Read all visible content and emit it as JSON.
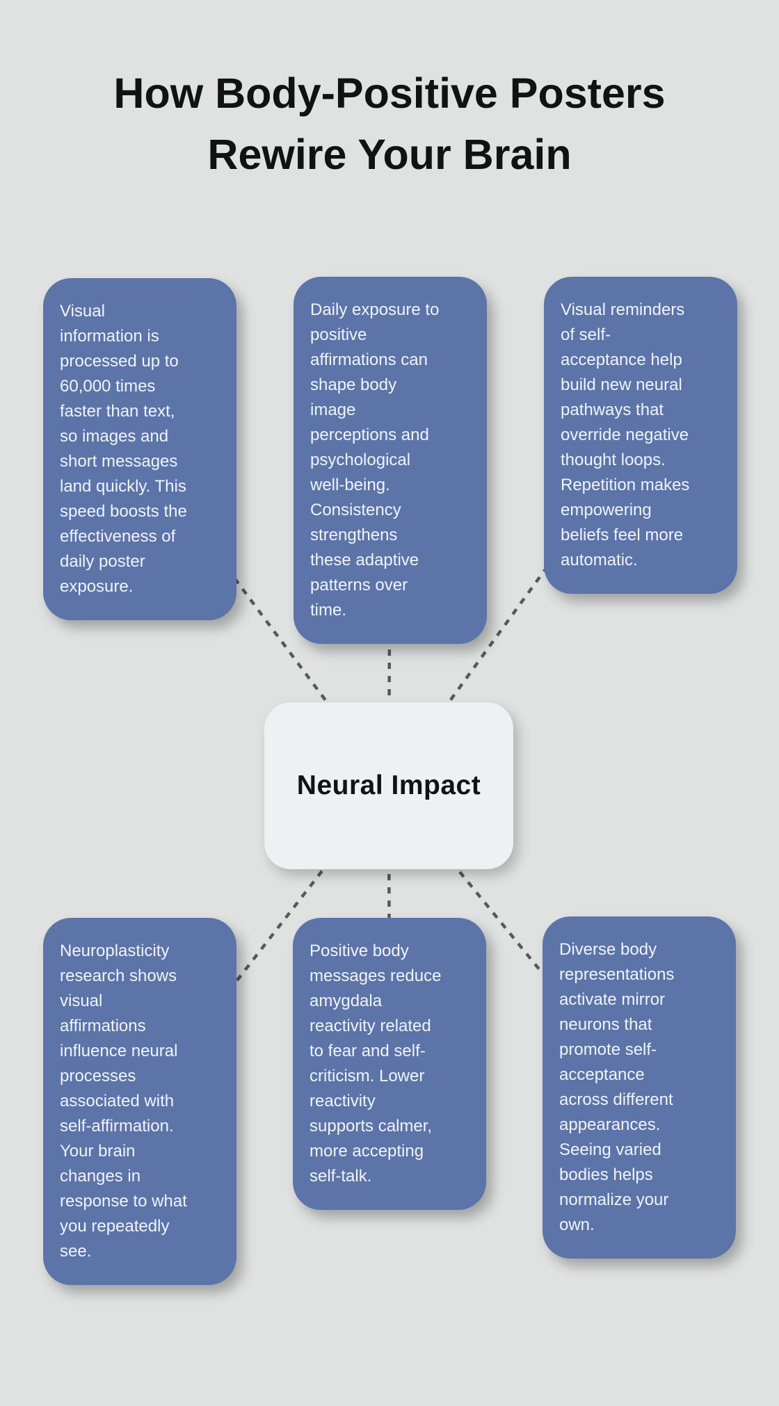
{
  "title": "How Body-Positive Posters\nRewire Your Brain",
  "center": {
    "label": "Neural Impact"
  },
  "nodes": [
    {
      "id": "top-left",
      "text": "Visual\ninformation is\nprocessed up to\n60,000 times\nfaster than text,\nso images and\nshort messages\nland quickly. This\nspeed boosts the\neffectiveness of\ndaily poster\nexposure."
    },
    {
      "id": "top-middle",
      "text": "Daily exposure to\npositive\naffirmations can\nshape body\nimage\nperceptions and\npsychological\nwell-being.\nConsistency\nstrengthens\nthese adaptive\npatterns over\ntime."
    },
    {
      "id": "top-right",
      "text": "Visual reminders\nof self-\nacceptance help\nbuild new neural\npathways that\noverride negative\nthought loops.\nRepetition makes\nempowering\nbeliefs feel more\nautomatic."
    },
    {
      "id": "bottom-left",
      "text": "Neuroplasticity\nresearch shows\nvisual\naffirmations\ninfluence neural\nprocesses\nassociated with\nself-affirmation.\nYour brain\nchanges in\nresponse to what\nyou repeatedly\nsee."
    },
    {
      "id": "bottom-middle",
      "text": "Positive body\nmessages reduce\namygdala\nreactivity related\nto fear and self-\ncriticism. Lower\nreactivity\nsupports calmer,\nmore accepting\nself-talk."
    },
    {
      "id": "bottom-right",
      "text": "Diverse body\nrepresentations\nactivate mirror\nneurons that\npromote self-\nacceptance\nacross different\nappearances.\nSeeing varied\nbodies helps\nnormalize your\nown."
    }
  ],
  "colors": {
    "background": "#e0e2e2",
    "node_fill": "#5c74a8",
    "node_text": "#f0f3f8",
    "center_fill": "#eef0f1",
    "center_text": "#121212",
    "connector": "#595959",
    "title_color": "#121212"
  }
}
